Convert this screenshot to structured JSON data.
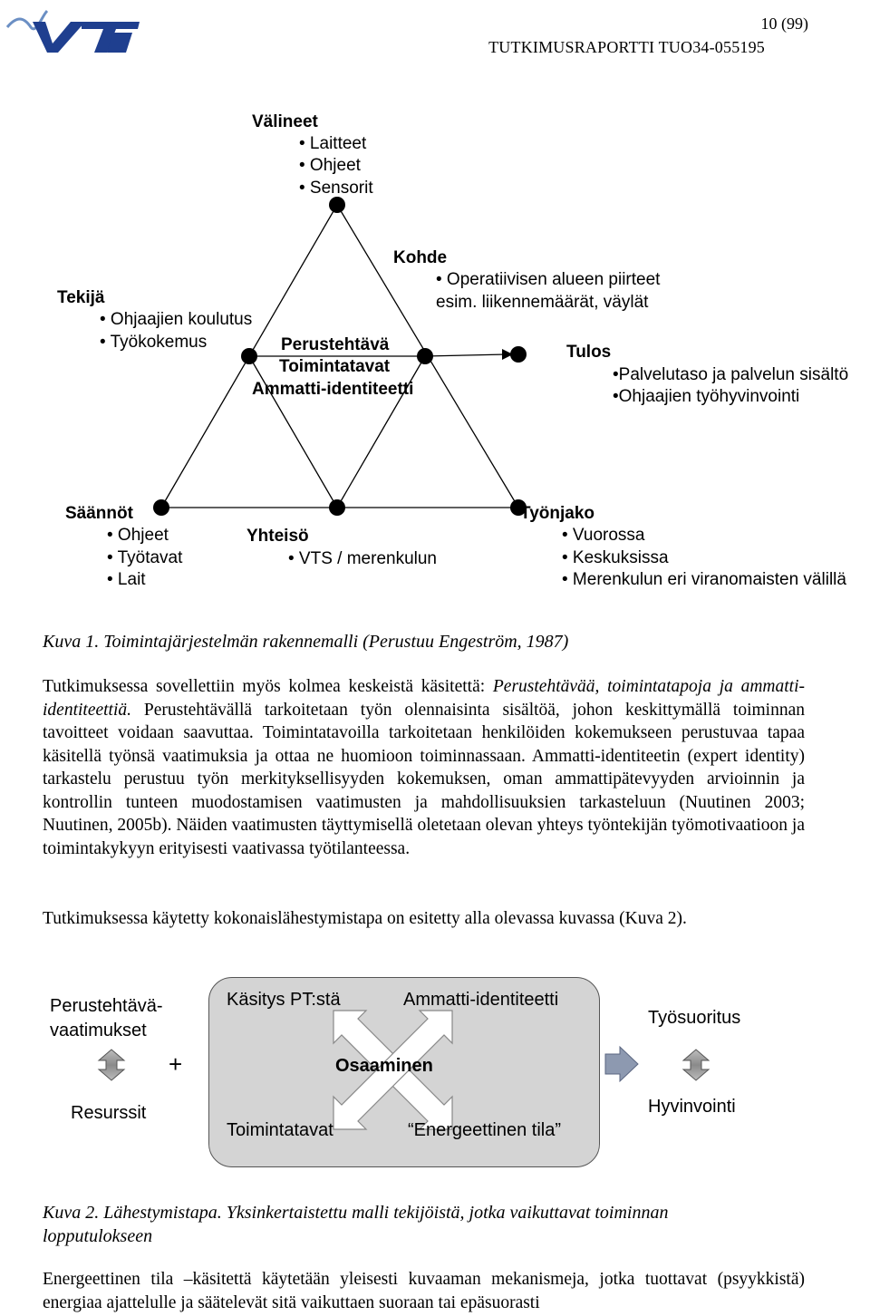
{
  "header": {
    "logo_text": "VTT",
    "page_number": "10 (99)",
    "report_id": "TUTKIMUSRAPORTTI  TUO34-055195"
  },
  "figure1": {
    "valineet": {
      "title": "Välineet",
      "items": [
        "• Laitteet",
        "• Ohjeet",
        "• Sensorit"
      ]
    },
    "kohde": {
      "title": "Kohde",
      "line1": "• Operatiivisen alueen piirteet",
      "line2": "esim. liikennemäärät, väylät"
    },
    "tekija": {
      "title": "Tekijä",
      "items": [
        "• Ohjaajien koulutus",
        "• Työkokemus"
      ]
    },
    "center": [
      "Perustehtävä",
      "Toimintatavat",
      "Ammatti-identiteetti"
    ],
    "tulos": {
      "title": "Tulos",
      "items": [
        "•Palvelutaso ja palvelun sisältö",
        "•Ohjaajien työhyvinvointi"
      ]
    },
    "saannot": {
      "title": "Säännöt",
      "items": [
        "• Ohjeet",
        "• Työtavat",
        "• Lait"
      ]
    },
    "yhteiso": {
      "title": "Yhteisö",
      "items": [
        "•  VTS / merenkulun"
      ]
    },
    "tyonjako": {
      "title": "Työnjako",
      "items": [
        "• Vuorossa",
        "• Keskuksissa",
        "• Merenkulun eri viranomaisten välillä"
      ]
    },
    "caption": "Kuva 1. Toimintajärjestelmän rakennemalli (Perustuu Engeström, 1987)"
  },
  "paragraph1": {
    "lead": "Tutkimuksessa sovellettiin myös kolmea keskeistä käsitettä: ",
    "lead_italic": "Perustehtävää, toimintatapoja ja ammatti-identiteettiä.",
    "body": " Perustehtävällä tarkoitetaan työn olennaisinta sisältöä, johon keskittymällä toiminnan tavoitteet voidaan saavuttaa. Toimintatavoilla tarkoitetaan henkilöiden kokemukseen perustuvaa tapaa käsitellä työnsä vaatimuksia ja ottaa ne huomioon toiminnassaan. Ammatti-identiteetin (expert identity) tarkastelu perustuu työn merkityksellisyyden kokemuksen, oman ammattipätevyyden arvioinnin ja kontrollin tunteen muodostamisen vaatimusten ja mahdollisuuksien tarkasteluun (Nuutinen 2003; Nuutinen, 2005b). Näiden vaatimusten täyttymisellä oletetaan olevan yhteys työntekijän työmotivaatioon ja toimintakykyyn erityisesti vaativassa työtilanteessa."
  },
  "paragraph2": "Tutkimuksessa käytetty kokonaislähestymistapa on esitetty alla olevassa kuvassa (Kuva 2).",
  "figure2": {
    "left_top": [
      "Perustehtävä-",
      "vaatimukset"
    ],
    "left_bottom": "Resurssit",
    "plus": "+",
    "kasitys": "Käsitys PT:stä",
    "ammatti": "Ammatti-identiteetti",
    "osaaminen": "Osaaminen",
    "toimintatavat": "Toimintatavat",
    "energia": "“Energeettinen tila”",
    "right_top": "Työsuoritus",
    "right_bottom": "Hyvinvointi",
    "caption": "Kuva 2. Lähestymistapa. Yksinkertaistettu malli tekijöistä, jotka vaikuttavat toiminnan lopputulokseen"
  },
  "paragraph3": "Energeettinen tila –käsitettä käytetään yleisesti kuvaaman mekanismeja, jotka tuottavat (psyykkistä) energiaa ajattelulle ja säätelevät sitä vaikuttaen suoraan tai epäsuorasti"
}
